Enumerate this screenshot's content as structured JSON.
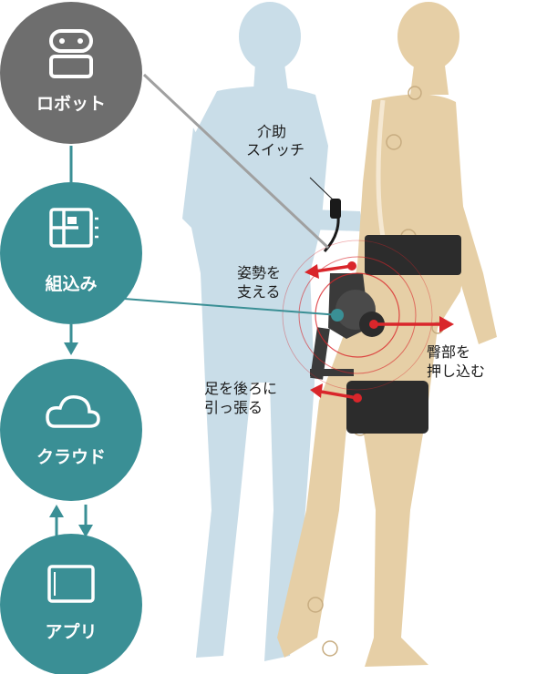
{
  "nodes": [
    {
      "id": "robot",
      "label": "ロボット",
      "icon": "robot-icon",
      "color": "#6e6e6e"
    },
    {
      "id": "embedded",
      "label": "組込み",
      "icon": "chip-icon",
      "color": "#3a8f95"
    },
    {
      "id": "cloud",
      "label": "クラウド",
      "icon": "cloud-icon",
      "color": "#3a8f95"
    },
    {
      "id": "app",
      "label": "アプリ",
      "icon": "tablet-icon",
      "color": "#3a8f95"
    }
  ],
  "callouts": {
    "assist_switch": [
      "介助",
      "スイッチ"
    ],
    "posture": [
      "姿勢を",
      "支える"
    ],
    "leg_pull": [
      "足を後ろに",
      "引っ張る"
    ],
    "hip_push": [
      "臀部を",
      "押し込む"
    ]
  },
  "colors": {
    "teal": "#3a8f95",
    "gray": "#6e6e6e",
    "caregiver": "#c9dde8",
    "patient": "#e6cfa6",
    "force_arrow": "#d9262b"
  }
}
